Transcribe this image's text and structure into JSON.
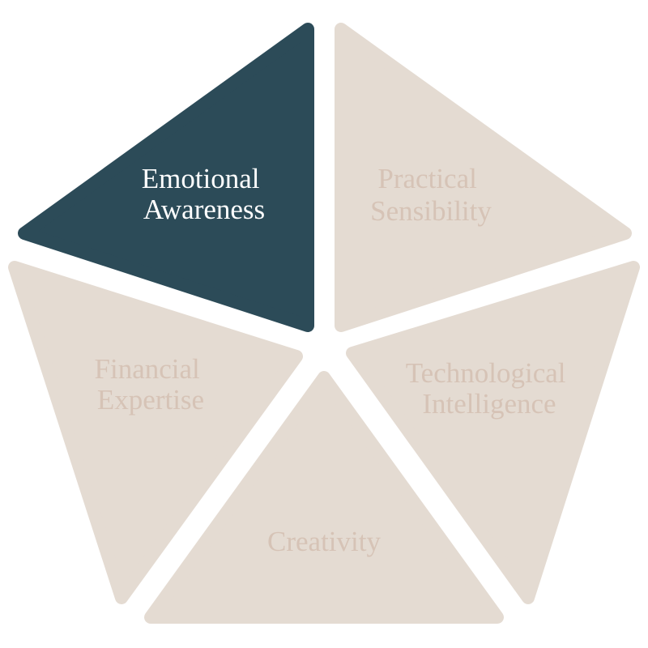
{
  "colors": {
    "active_fill": "#2c4b58",
    "active_text": "#ffffff",
    "inactive_fill": "#e4dbd2",
    "inactive_text": "#d6c3b6"
  },
  "segments": [
    {
      "id": "emotional-awareness",
      "lines": [
        "Emotional",
        "Awareness"
      ],
      "active": true
    },
    {
      "id": "practical-sensibility",
      "lines": [
        "Practical",
        "Sensibility"
      ],
      "active": false
    },
    {
      "id": "technological-intelligence",
      "lines": [
        "Technological",
        "Intelligence"
      ],
      "active": false
    },
    {
      "id": "creativity",
      "lines": [
        "Creativity"
      ],
      "active": false
    },
    {
      "id": "financial-expertise",
      "lines": [
        "Financial",
        "Expertise"
      ],
      "active": false
    }
  ]
}
